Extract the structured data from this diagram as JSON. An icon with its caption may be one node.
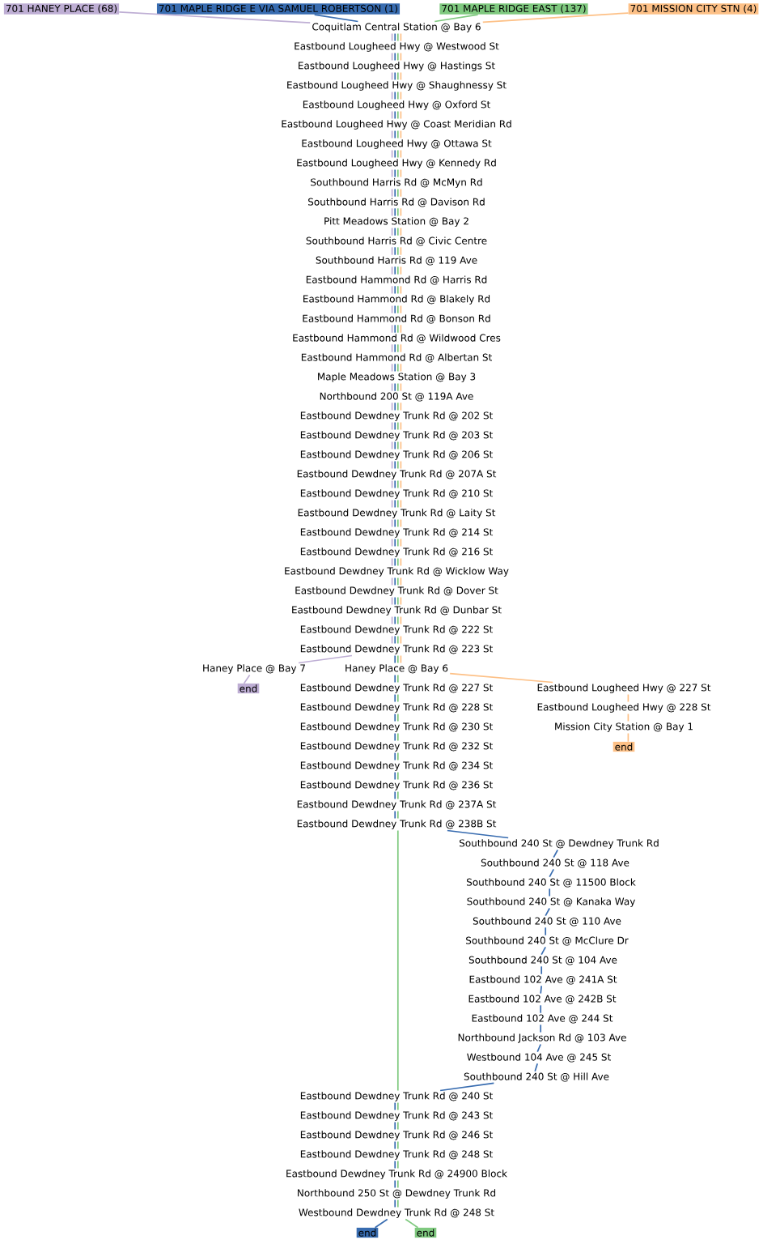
{
  "diagram": {
    "nodes": [
      {
        "text": [
          "701 HANEY PLACE (68)"
        ]
      },
      {
        "text": [
          "701 MAPLE RIDGE E VIA SAMUEL ROBERTSON (1)"
        ]
      },
      {
        "text": [
          "701 MAPLE RIDGE EAST (137)"
        ]
      },
      {
        "text": [
          "701 MISSION CITY STN (4)"
        ]
      },
      {
        "text": [
          "Coquitlam Central Station @ Bay 6"
        ]
      },
      {
        "text": [
          "Eastbound Lougheed Hwy @ Westwood St"
        ]
      },
      {
        "text": [
          "Eastbound Lougheed Hwy @ Hastings St"
        ]
      },
      {
        "text": [
          "Eastbound Lougheed Hwy @ Shaughnessy St"
        ]
      },
      {
        "text": [
          "Eastbound Lougheed Hwy @ Oxford St"
        ]
      },
      {
        "text": [
          "Eastbound Lougheed Hwy @ Coast Meridian Rd"
        ]
      },
      {
        "text": [
          "Eastbound Lougheed Hwy @ Ottawa St"
        ]
      },
      {
        "text": [
          "Eastbound Lougheed Hwy @ Kennedy Rd"
        ]
      },
      {
        "text": [
          "Southbound Harris Rd @ McMyn Rd"
        ]
      },
      {
        "text": [
          "Southbound Harris Rd @ Davison Rd"
        ]
      },
      {
        "text": [
          "Pitt Meadows Station @ Bay 2"
        ]
      },
      {
        "text": [
          "Southbound Harris Rd @ Civic Centre"
        ]
      },
      {
        "text": [
          "Southbound Harris Rd @ 119 Ave"
        ]
      },
      {
        "text": [
          "Eastbound Hammond Rd @ Harris Rd"
        ]
      },
      {
        "text": [
          "Eastbound Hammond Rd @ Blakely Rd"
        ]
      },
      {
        "text": [
          "Eastbound Hammond Rd @ Bonson Rd"
        ]
      },
      {
        "text": [
          "Eastbound Hammond Rd @ Wildwood Cres"
        ]
      },
      {
        "text": [
          "Eastbound Hammond Rd @ Albertan St"
        ]
      },
      {
        "text": [
          "Maple Meadows Station @ Bay 3"
        ]
      },
      {
        "text": [
          "Northbound 200 St @ 119A Ave"
        ]
      },
      {
        "text": [
          "Eastbound Dewdney Trunk Rd @ 202 St"
        ]
      },
      {
        "text": [
          "Eastbound Dewdney Trunk Rd @ 203 St"
        ]
      },
      {
        "text": [
          "Eastbound Dewdney Trunk Rd @ 206 St"
        ]
      },
      {
        "text": [
          "Eastbound Dewdney Trunk Rd @ 207A St"
        ]
      },
      {
        "text": [
          "Eastbound Dewdney Trunk Rd @ 210 St"
        ]
      },
      {
        "text": [
          "Eastbound Dewdney Trunk Rd @ Laity St"
        ]
      },
      {
        "text": [
          "Eastbound Dewdney Trunk Rd @ 214 St"
        ]
      },
      {
        "text": [
          "Eastbound Dewdney Trunk Rd @ 216 St"
        ]
      },
      {
        "text": [
          "Eastbound Dewdney Trunk Rd @ Wicklow Way"
        ]
      },
      {
        "text": [
          "Eastbound Dewdney Trunk Rd @ Dover St"
        ]
      },
      {
        "text": [
          "Eastbound Dewdney Trunk Rd @ Dunbar St"
        ]
      },
      {
        "text": [
          "Eastbound Dewdney Trunk Rd @ 222 St"
        ]
      },
      {
        "text": [
          "Eastbound Dewdney Trunk Rd @ 223 St"
        ]
      },
      {
        "text": [
          "Haney Place @ Bay 7"
        ]
      },
      {
        "text": [
          "Haney Place @ Bay 6"
        ]
      },
      {
        "text": [
          "end"
        ]
      },
      {
        "text": [
          "Eastbound Dewdney Trunk Rd @ 227 St"
        ]
      },
      {
        "text": [
          "Eastbound Lougheed Hwy @ 227 St"
        ]
      },
      {
        "text": [
          "Eastbound Dewdney Trunk Rd @ 228 St"
        ]
      },
      {
        "text": [
          "Eastbound Lougheed Hwy @ 228 St"
        ]
      },
      {
        "text": [
          "Eastbound Dewdney Trunk Rd @ 230 St"
        ]
      },
      {
        "text": [
          "Mission City Station @ Bay 1"
        ]
      },
      {
        "text": [
          "end"
        ]
      },
      {
        "text": [
          "Eastbound Dewdney Trunk Rd @ 232 St"
        ]
      },
      {
        "text": [
          "Eastbound Dewdney Trunk Rd @ 234 St"
        ]
      },
      {
        "text": [
          "Eastbound Dewdney Trunk Rd @ 236 St"
        ]
      },
      {
        "text": [
          "Eastbound Dewdney Trunk Rd @ 237A St"
        ]
      },
      {
        "text": [
          "Eastbound Dewdney Trunk Rd @ 238B St"
        ]
      },
      {
        "text": [
          "Southbound 240 St @ Dewdney Trunk Rd"
        ]
      },
      {
        "text": [
          "Southbound 240 St @ 118 Ave"
        ]
      },
      {
        "text": [
          "Southbound 240 St @ 11500 Block"
        ]
      },
      {
        "text": [
          "Southbound 240 St @ Kanaka Way"
        ]
      },
      {
        "text": [
          "Southbound 240 St @ 110 Ave"
        ]
      },
      {
        "text": [
          "Southbound 240 St @ McClure Dr"
        ]
      },
      {
        "text": [
          "Southbound 240 St @ 104 Ave"
        ]
      },
      {
        "text": [
          "Eastbound 102 Ave @ 241A St"
        ]
      },
      {
        "text": [
          "Eastbound 102 Ave @ 242B St"
        ]
      },
      {
        "text": [
          "Eastbound 102 Ave @ 244 St"
        ]
      },
      {
        "text": [
          "Northbound Jackson Rd @ 103 Ave"
        ]
      },
      {
        "text": [
          "Westbound 104 Ave @ 245 St"
        ]
      },
      {
        "text": [
          "Southbound 240 St @ Hill Ave"
        ]
      },
      {
        "text": [
          "Eastbound Dewdney Trunk Rd @ 240 St"
        ]
      },
      {
        "text": [
          "Eastbound Dewdney Trunk Rd @ 243 St"
        ]
      },
      {
        "text": [
          "Eastbound Dewdney Trunk Rd @ 246 St"
        ]
      },
      {
        "text": [
          "Eastbound Dewdney Trunk Rd @ 248 St"
        ]
      },
      {
        "text": [
          "Eastbound Dewdney Trunk Rd @ 24900 Block"
        ]
      },
      {
        "text": [
          "Northbound 250 St @ Dewdney Trunk Rd"
        ]
      },
      {
        "text": [
          "Westbound Dewdney Trunk Rd @ 248 St"
        ]
      },
      {
        "text": [
          "end"
        ]
      },
      {
        "text": [
          "end"
        ]
      }
    ],
    "edges": [
      {
        "from": 0,
        "to": 4,
        "arrow": "none",
        "color": "#beaed4"
      },
      {
        "from": 1,
        "to": 4,
        "arrow": "none"
      },
      {
        "from": 2,
        "to": 4,
        "arrow": "none",
        "color": "#7fc97f"
      },
      {
        "from": 3,
        "to": 4,
        "arrow": "none",
        "color": "#fdc086"
      },
      {
        "from": 4,
        "to": 5,
        "arrow": "none",
        "color": "#beaed4"
      },
      {
        "from": 4,
        "to": 5,
        "arrow": "none"
      },
      {
        "from": 4,
        "to": 5,
        "arrow": "none",
        "color": "#7fc97f"
      },
      {
        "from": 4,
        "to": 5,
        "arrow": "none",
        "color": "#fdc086"
      },
      {
        "from": 5,
        "to": 6,
        "arrow": "none",
        "color": "#beaed4"
      },
      {
        "from": 5,
        "to": 6,
        "arrow": "none"
      },
      {
        "from": 5,
        "to": 6,
        "arrow": "none",
        "color": "#7fc97f"
      },
      {
        "from": 5,
        "to": 6,
        "arrow": "none",
        "color": "#fdc086"
      },
      {
        "from": 6,
        "to": 7,
        "arrow": "none",
        "color": "#beaed4"
      },
      {
        "from": 6,
        "to": 7,
        "arrow": "none"
      },
      {
        "from": 6,
        "to": 7,
        "arrow": "none",
        "color": "#7fc97f"
      },
      {
        "from": 6,
        "to": 7,
        "arrow": "none",
        "color": "#fdc086"
      },
      {
        "from": 7,
        "to": 8,
        "arrow": "none",
        "color": "#beaed4"
      },
      {
        "from": 7,
        "to": 8,
        "arrow": "none"
      },
      {
        "from": 7,
        "to": 8,
        "arrow": "none",
        "color": "#7fc97f"
      },
      {
        "from": 7,
        "to": 8,
        "arrow": "none",
        "color": "#fdc086"
      },
      {
        "from": 8,
        "to": 9,
        "arrow": "none",
        "color": "#beaed4"
      },
      {
        "from": 8,
        "to": 9,
        "arrow": "none"
      },
      {
        "from": 8,
        "to": 9,
        "arrow": "none",
        "color": "#7fc97f"
      },
      {
        "from": 8,
        "to": 9,
        "arrow": "none",
        "color": "#fdc086"
      },
      {
        "from": 9,
        "to": 10,
        "arrow": "none",
        "color": "#beaed4"
      },
      {
        "from": 9,
        "to": 10,
        "arrow": "none"
      },
      {
        "from": 9,
        "to": 10,
        "arrow": "none",
        "color": "#7fc97f"
      },
      {
        "from": 9,
        "to": 10,
        "arrow": "none",
        "color": "#fdc086"
      },
      {
        "from": 10,
        "to": 11,
        "arrow": "none",
        "color": "#beaed4"
      },
      {
        "from": 10,
        "to": 11,
        "arrow": "none"
      },
      {
        "from": 10,
        "to": 11,
        "arrow": "none",
        "color": "#7fc97f"
      },
      {
        "from": 10,
        "to": 11,
        "arrow": "none",
        "color": "#fdc086"
      },
      {
        "from": 11,
        "to": 12,
        "arrow": "none",
        "color": "#beaed4"
      },
      {
        "from": 11,
        "to": 12,
        "arrow": "none"
      },
      {
        "from": 11,
        "to": 12,
        "arrow": "none",
        "color": "#7fc97f"
      },
      {
        "from": 11,
        "to": 12,
        "arrow": "none",
        "color": "#fdc086"
      },
      {
        "from": 12,
        "to": 13,
        "arrow": "none",
        "color": "#beaed4"
      },
      {
        "from": 12,
        "to": 13,
        "arrow": "none"
      },
      {
        "from": 12,
        "to": 13,
        "arrow": "none",
        "color": "#7fc97f"
      },
      {
        "from": 12,
        "to": 13,
        "arrow": "none",
        "color": "#fdc086"
      },
      {
        "from": 13,
        "to": 14,
        "arrow": "none",
        "color": "#beaed4"
      },
      {
        "from": 13,
        "to": 14,
        "arrow": "none"
      },
      {
        "from": 13,
        "to": 14,
        "arrow": "none",
        "color": "#7fc97f"
      },
      {
        "from": 13,
        "to": 14,
        "arrow": "none",
        "color": "#fdc086"
      },
      {
        "from": 14,
        "to": 15,
        "arrow": "none",
        "color": "#beaed4"
      },
      {
        "from": 14,
        "to": 15,
        "arrow": "none"
      },
      {
        "from": 14,
        "to": 15,
        "arrow": "none",
        "color": "#7fc97f"
      },
      {
        "from": 14,
        "to": 15,
        "arrow": "none",
        "color": "#fdc086"
      },
      {
        "from": 15,
        "to": 16,
        "arrow": "none",
        "color": "#beaed4"
      },
      {
        "from": 15,
        "to": 16,
        "arrow": "none"
      },
      {
        "from": 15,
        "to": 16,
        "arrow": "none",
        "color": "#7fc97f"
      },
      {
        "from": 15,
        "to": 16,
        "arrow": "none",
        "color": "#fdc086"
      },
      {
        "from": 16,
        "to": 17,
        "arrow": "none",
        "color": "#beaed4"
      },
      {
        "from": 16,
        "to": 17,
        "arrow": "none"
      },
      {
        "from": 16,
        "to": 17,
        "arrow": "none",
        "color": "#7fc97f"
      },
      {
        "from": 16,
        "to": 17,
        "arrow": "none",
        "color": "#fdc086"
      },
      {
        "from": 17,
        "to": 18,
        "arrow": "none",
        "color": "#beaed4"
      },
      {
        "from": 17,
        "to": 18,
        "arrow": "none"
      },
      {
        "from": 17,
        "to": 18,
        "arrow": "none",
        "color": "#7fc97f"
      },
      {
        "from": 17,
        "to": 18,
        "arrow": "none",
        "color": "#fdc086"
      },
      {
        "from": 18,
        "to": 19,
        "arrow": "none",
        "color": "#beaed4"
      },
      {
        "from": 18,
        "to": 19,
        "arrow": "none"
      },
      {
        "from": 18,
        "to": 19,
        "arrow": "none",
        "color": "#7fc97f"
      },
      {
        "from": 18,
        "to": 19,
        "arrow": "none",
        "color": "#fdc086"
      },
      {
        "from": 19,
        "to": 20,
        "arrow": "none",
        "color": "#beaed4"
      },
      {
        "from": 19,
        "to": 20,
        "arrow": "none"
      },
      {
        "from": 19,
        "to": 20,
        "arrow": "none",
        "color": "#7fc97f"
      },
      {
        "from": 19,
        "to": 20,
        "arrow": "none",
        "color": "#fdc086"
      },
      {
        "from": 20,
        "to": 21,
        "arrow": "none",
        "color": "#beaed4"
      },
      {
        "from": 20,
        "to": 21,
        "arrow": "none"
      },
      {
        "from": 20,
        "to": 21,
        "arrow": "none",
        "color": "#7fc97f"
      },
      {
        "from": 20,
        "to": 21,
        "arrow": "none",
        "color": "#fdc086"
      },
      {
        "from": 21,
        "to": 22,
        "arrow": "none",
        "color": "#beaed4"
      },
      {
        "from": 21,
        "to": 22,
        "arrow": "none"
      },
      {
        "from": 21,
        "to": 22,
        "arrow": "none",
        "color": "#7fc97f"
      },
      {
        "from": 21,
        "to": 22,
        "arrow": "none",
        "color": "#fdc086"
      },
      {
        "from": 22,
        "to": 23,
        "arrow": "none",
        "color": "#beaed4"
      },
      {
        "from": 22,
        "to": 23,
        "arrow": "none"
      },
      {
        "from": 22,
        "to": 23,
        "arrow": "none",
        "color": "#7fc97f"
      },
      {
        "from": 22,
        "to": 23,
        "arrow": "none",
        "color": "#fdc086"
      },
      {
        "from": 23,
        "to": 24,
        "arrow": "none",
        "color": "#beaed4"
      },
      {
        "from": 23,
        "to": 24,
        "arrow": "none"
      },
      {
        "from": 23,
        "to": 24,
        "arrow": "none",
        "color": "#7fc97f"
      },
      {
        "from": 23,
        "to": 24,
        "arrow": "none",
        "color": "#fdc086"
      },
      {
        "from": 24,
        "to": 25,
        "arrow": "none",
        "color": "#beaed4"
      },
      {
        "from": 24,
        "to": 25,
        "arrow": "none"
      },
      {
        "from": 24,
        "to": 25,
        "arrow": "none",
        "color": "#7fc97f"
      },
      {
        "from": 24,
        "to": 25,
        "arrow": "none",
        "color": "#fdc086"
      },
      {
        "from": 25,
        "to": 26,
        "arrow": "none",
        "color": "#beaed4"
      },
      {
        "from": 25,
        "to": 26,
        "arrow": "none"
      },
      {
        "from": 25,
        "to": 26,
        "arrow": "none",
        "color": "#7fc97f"
      },
      {
        "from": 25,
        "to": 26,
        "arrow": "none",
        "color": "#fdc086"
      },
      {
        "from": 26,
        "to": 27,
        "arrow": "none",
        "color": "#beaed4"
      },
      {
        "from": 26,
        "to": 27,
        "arrow": "none"
      },
      {
        "from": 26,
        "to": 27,
        "arrow": "none",
        "color": "#7fc97f"
      },
      {
        "from": 26,
        "to": 27,
        "arrow": "none",
        "color": "#fdc086"
      },
      {
        "from": 27,
        "to": 28,
        "arrow": "none",
        "color": "#beaed4"
      },
      {
        "from": 27,
        "to": 28,
        "arrow": "none"
      },
      {
        "from": 27,
        "to": 28,
        "arrow": "none",
        "color": "#7fc97f"
      },
      {
        "from": 27,
        "to": 28,
        "arrow": "none",
        "color": "#fdc086"
      },
      {
        "from": 28,
        "to": 29,
        "arrow": "none",
        "color": "#beaed4"
      },
      {
        "from": 28,
        "to": 29,
        "arrow": "none"
      },
      {
        "from": 28,
        "to": 29,
        "arrow": "none",
        "color": "#7fc97f"
      },
      {
        "from": 28,
        "to": 29,
        "arrow": "none",
        "color": "#fdc086"
      },
      {
        "from": 29,
        "to": 30,
        "arrow": "none",
        "color": "#beaed4"
      },
      {
        "from": 29,
        "to": 30,
        "arrow": "none"
      },
      {
        "from": 29,
        "to": 30,
        "arrow": "none",
        "color": "#7fc97f"
      },
      {
        "from": 29,
        "to": 30,
        "arrow": "none",
        "color": "#fdc086"
      },
      {
        "from": 30,
        "to": 31,
        "arrow": "none",
        "color": "#beaed4"
      },
      {
        "from": 30,
        "to": 31,
        "arrow": "none"
      },
      {
        "from": 30,
        "to": 31,
        "arrow": "none",
        "color": "#7fc97f"
      },
      {
        "from": 30,
        "to": 31,
        "arrow": "none",
        "color": "#fdc086"
      },
      {
        "from": 31,
        "to": 32,
        "arrow": "none",
        "color": "#beaed4"
      },
      {
        "from": 31,
        "to": 32,
        "arrow": "none"
      },
      {
        "from": 31,
        "to": 32,
        "arrow": "none",
        "color": "#7fc97f"
      },
      {
        "from": 31,
        "to": 32,
        "arrow": "none",
        "color": "#fdc086"
      },
      {
        "from": 32,
        "to": 33,
        "arrow": "none",
        "color": "#beaed4"
      },
      {
        "from": 32,
        "to": 33,
        "arrow": "none"
      },
      {
        "from": 32,
        "to": 33,
        "arrow": "none",
        "color": "#7fc97f"
      },
      {
        "from": 32,
        "to": 33,
        "arrow": "none",
        "color": "#fdc086"
      },
      {
        "from": 33,
        "to": 34,
        "arrow": "none",
        "color": "#beaed4"
      },
      {
        "from": 33,
        "to": 34,
        "arrow": "none"
      },
      {
        "from": 33,
        "to": 34,
        "arrow": "none",
        "color": "#7fc97f"
      },
      {
        "from": 33,
        "to": 34,
        "arrow": "none",
        "color": "#fdc086"
      },
      {
        "from": 34,
        "to": 35,
        "arrow": "none",
        "color": "#beaed4"
      },
      {
        "from": 34,
        "to": 35,
        "arrow": "none"
      },
      {
        "from": 34,
        "to": 35,
        "arrow": "none",
        "color": "#7fc97f"
      },
      {
        "from": 34,
        "to": 35,
        "arrow": "none",
        "color": "#fdc086"
      },
      {
        "from": 35,
        "to": 36,
        "arrow": "none",
        "color": "#beaed4"
      },
      {
        "from": 35,
        "to": 36,
        "arrow": "none"
      },
      {
        "from": 35,
        "to": 36,
        "arrow": "none",
        "color": "#7fc97f"
      },
      {
        "from": 35,
        "to": 36,
        "arrow": "none",
        "color": "#fdc086"
      },
      {
        "from": 36,
        "to": 37,
        "arrow": "none",
        "color": "#beaed4"
      },
      {
        "from": 37,
        "to": 39,
        "arrow": "none",
        "color": "#beaed4"
      },
      {
        "from": 36,
        "to": 38,
        "arrow": "none"
      },
      {
        "from": 36,
        "to": 38,
        "arrow": "none",
        "color": "#7fc97f"
      },
      {
        "from": 36,
        "to": 38,
        "arrow": "none",
        "color": "#fdc086"
      },
      {
        "from": 38,
        "to": 41,
        "arrow": "none",
        "color": "#fdc086"
      },
      {
        "from": 41,
        "to": 43,
        "arrow": "none",
        "color": "#fdc086"
      },
      {
        "from": 43,
        "to": 45,
        "arrow": "none",
        "color": "#fdc086"
      },
      {
        "from": 45,
        "to": 46,
        "arrow": "none",
        "color": "#fdc086"
      },
      {
        "from": 38,
        "to": 40,
        "arrow": "none"
      },
      {
        "from": 38,
        "to": 40,
        "arrow": "none",
        "color": "#7fc97f"
      },
      {
        "from": 40,
        "to": 42,
        "arrow": "none"
      },
      {
        "from": 40,
        "to": 42,
        "arrow": "none",
        "color": "#7fc97f"
      },
      {
        "from": 42,
        "to": 44,
        "arrow": "none"
      },
      {
        "from": 42,
        "to": 44,
        "arrow": "none",
        "color": "#7fc97f"
      },
      {
        "from": 44,
        "to": 47,
        "arrow": "none"
      },
      {
        "from": 44,
        "to": 47,
        "arrow": "none",
        "color": "#7fc97f"
      },
      {
        "from": 47,
        "to": 48,
        "arrow": "none"
      },
      {
        "from": 47,
        "to": 48,
        "arrow": "none",
        "color": "#7fc97f"
      },
      {
        "from": 48,
        "to": 49,
        "arrow": "none"
      },
      {
        "from": 48,
        "to": 49,
        "arrow": "none",
        "color": "#7fc97f"
      },
      {
        "from": 49,
        "to": 50,
        "arrow": "none"
      },
      {
        "from": 49,
        "to": 50,
        "arrow": "none",
        "color": "#7fc97f"
      },
      {
        "from": 50,
        "to": 51,
        "arrow": "none"
      },
      {
        "from": 50,
        "to": 51,
        "arrow": "none",
        "color": "#7fc97f"
      },
      {
        "from": 51,
        "to": 52,
        "arrow": "none"
      },
      {
        "from": 52,
        "to": 53,
        "arrow": "none"
      },
      {
        "from": 53,
        "to": 54,
        "arrow": "none"
      },
      {
        "from": 54,
        "to": 55,
        "arrow": "none"
      },
      {
        "from": 55,
        "to": 56,
        "arrow": "none"
      },
      {
        "from": 56,
        "to": 57,
        "arrow": "none"
      },
      {
        "from": 57,
        "to": 58,
        "arrow": "none"
      },
      {
        "from": 58,
        "to": 59,
        "arrow": "none"
      },
      {
        "from": 59,
        "to": 60,
        "arrow": "none"
      },
      {
        "from": 60,
        "to": 61,
        "arrow": "none"
      },
      {
        "from": 61,
        "to": 62,
        "arrow": "none"
      },
      {
        "from": 62,
        "to": 63,
        "arrow": "none"
      },
      {
        "from": 63,
        "to": 64,
        "arrow": "none"
      },
      {
        "from": 64,
        "to": 65,
        "arrow": "none"
      },
      {
        "from": 51,
        "to": 65,
        "arrow": "none",
        "color": "#7fc97f"
      },
      {
        "from": 65,
        "to": 66,
        "arrow": "none"
      },
      {
        "from": 65,
        "to": 66,
        "arrow": "none",
        "color": "#7fc97f"
      },
      {
        "from": 66,
        "to": 67,
        "arrow": "none"
      },
      {
        "from": 66,
        "to": 67,
        "arrow": "none",
        "color": "#7fc97f"
      },
      {
        "from": 67,
        "to": 68,
        "arrow": "none"
      },
      {
        "from": 67,
        "to": 68,
        "arrow": "none",
        "color": "#7fc97f"
      },
      {
        "from": 68,
        "to": 69,
        "arrow": "none"
      },
      {
        "from": 68,
        "to": 69,
        "arrow": "none",
        "color": "#7fc97f"
      },
      {
        "from": 69,
        "to": 70,
        "arrow": "none"
      },
      {
        "from": 69,
        "to": 70,
        "arrow": "none",
        "color": "#7fc97f"
      },
      {
        "from": 70,
        "to": 71,
        "arrow": "none"
      },
      {
        "from": 70,
        "to": 71,
        "arrow": "none",
        "color": "#7fc97f"
      },
      {
        "from": 71,
        "to": 72,
        "arrow": "none"
      },
      {
        "from": 71,
        "to": 73,
        "arrow": "none",
        "color": "#7fc97f"
      }
    ]
  }
}
